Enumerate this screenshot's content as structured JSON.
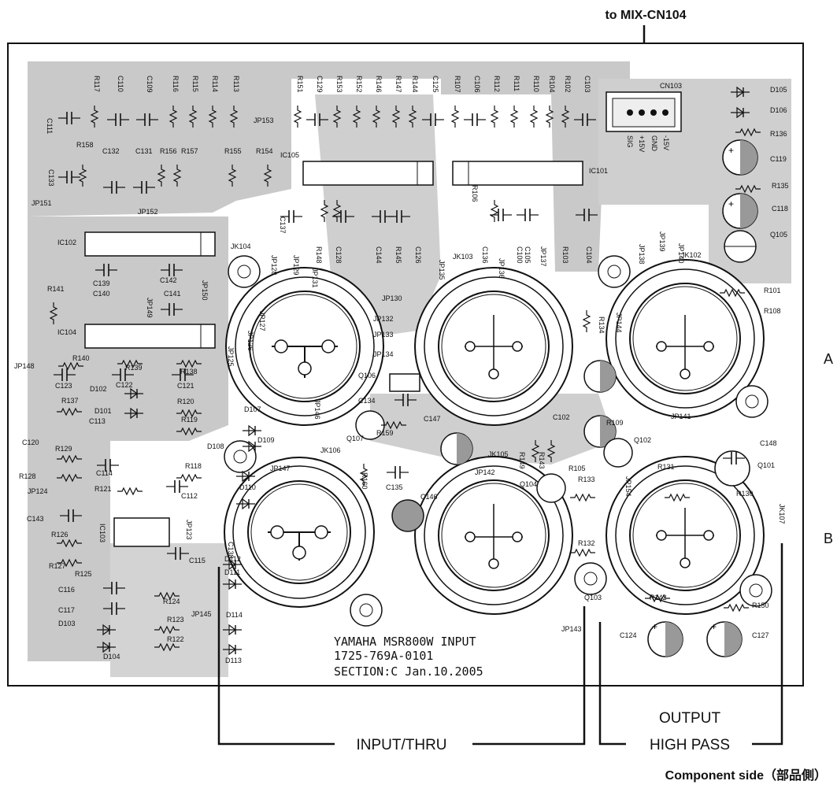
{
  "board": {
    "silkscreen": [
      "YAMAHA MSR800W INPUT",
      "1725-769A-0101",
      "SECTION:C  Jan.10.2005"
    ]
  },
  "callouts": {
    "top": "to MIX-CN104",
    "input_thru": "INPUT/THRU",
    "output": "OUTPUT",
    "high_pass": "HIGH PASS",
    "component_side": "Component side（部品側）"
  },
  "side_markers": [
    "A",
    "B"
  ],
  "connector": {
    "name": "CN103",
    "pins": [
      "SIG",
      "+15V",
      "GND",
      "-15V"
    ]
  },
  "jacks": [
    "JK104",
    "JK103",
    "JK102",
    "JK106",
    "JK105",
    "JK107"
  ],
  "ics": [
    "IC105",
    "IC101",
    "IC102",
    "IC104",
    "IC103"
  ],
  "parts_top_row": [
    "R117",
    "C110",
    "C109",
    "R116",
    "R115",
    "R114",
    "R113",
    "R151",
    "C129",
    "R153",
    "R152",
    "R146",
    "R147",
    "R144",
    "C125",
    "R107",
    "C106",
    "R112",
    "R111",
    "R110",
    "R104",
    "R102",
    "C103"
  ],
  "parts_misc": [
    "C111",
    "R158",
    "C132",
    "C131",
    "R156",
    "R157",
    "R155",
    "R154",
    "JP153",
    "C133",
    "JP151",
    "JP152",
    "C139",
    "C142",
    "JP149",
    "C140",
    "C141",
    "JP150",
    "R141",
    "JP148",
    "R140",
    "R139",
    "R138",
    "C123",
    "C122",
    "C121",
    "D102",
    "R137",
    "D101",
    "R120",
    "C120",
    "C113",
    "R119",
    "R129",
    "C114",
    "R118",
    "R128",
    "R121",
    "C112",
    "JP124",
    "C143",
    "R126",
    "JP123",
    "R127",
    "R125",
    "C115",
    "C116",
    "R124",
    "C117",
    "JP145",
    "D103",
    "R123",
    "D104",
    "R122",
    "D105",
    "D106",
    "R136",
    "C119",
    "R135",
    "C118",
    "Q105",
    "JP138",
    "JP139",
    "JP140",
    "R101",
    "R108",
    "R134",
    "JP144",
    "R103",
    "C104",
    "JP137",
    "C105",
    "C100",
    "JP136",
    "C136",
    "JP135",
    "C126",
    "R145",
    "C144",
    "C128",
    "R148",
    "C137",
    "JP128",
    "JP129",
    "JP130",
    "JP131",
    "JP132",
    "JP133",
    "JP134",
    "JP126",
    "JP127",
    "JP125",
    "Q106",
    "C134",
    "C147",
    "R159",
    "Q107",
    "D107",
    "D108",
    "D109",
    "D110",
    "JP146",
    "JP147",
    "R160",
    "C135",
    "C146",
    "R149",
    "R143",
    "R105",
    "C102",
    "R106",
    "R109",
    "C148",
    "Q101",
    "Q102",
    "JP141",
    "R131",
    "R130",
    "R133",
    "JP142",
    "Q104",
    "R132",
    "Q103",
    "JP154",
    "R142",
    "R150",
    "C124",
    "C127",
    "JP143",
    "D111",
    "D112",
    "D113",
    "D114",
    "C138"
  ]
}
